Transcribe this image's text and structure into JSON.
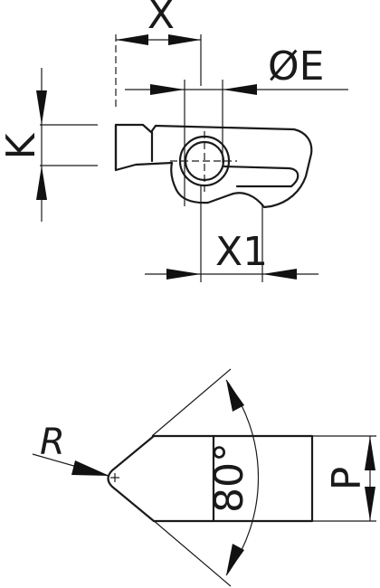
{
  "labels": {
    "x": "X",
    "diameter_e": "ØE",
    "k": "K",
    "x1": "X1",
    "r": "R",
    "p": "P",
    "angle": "80°"
  }
}
